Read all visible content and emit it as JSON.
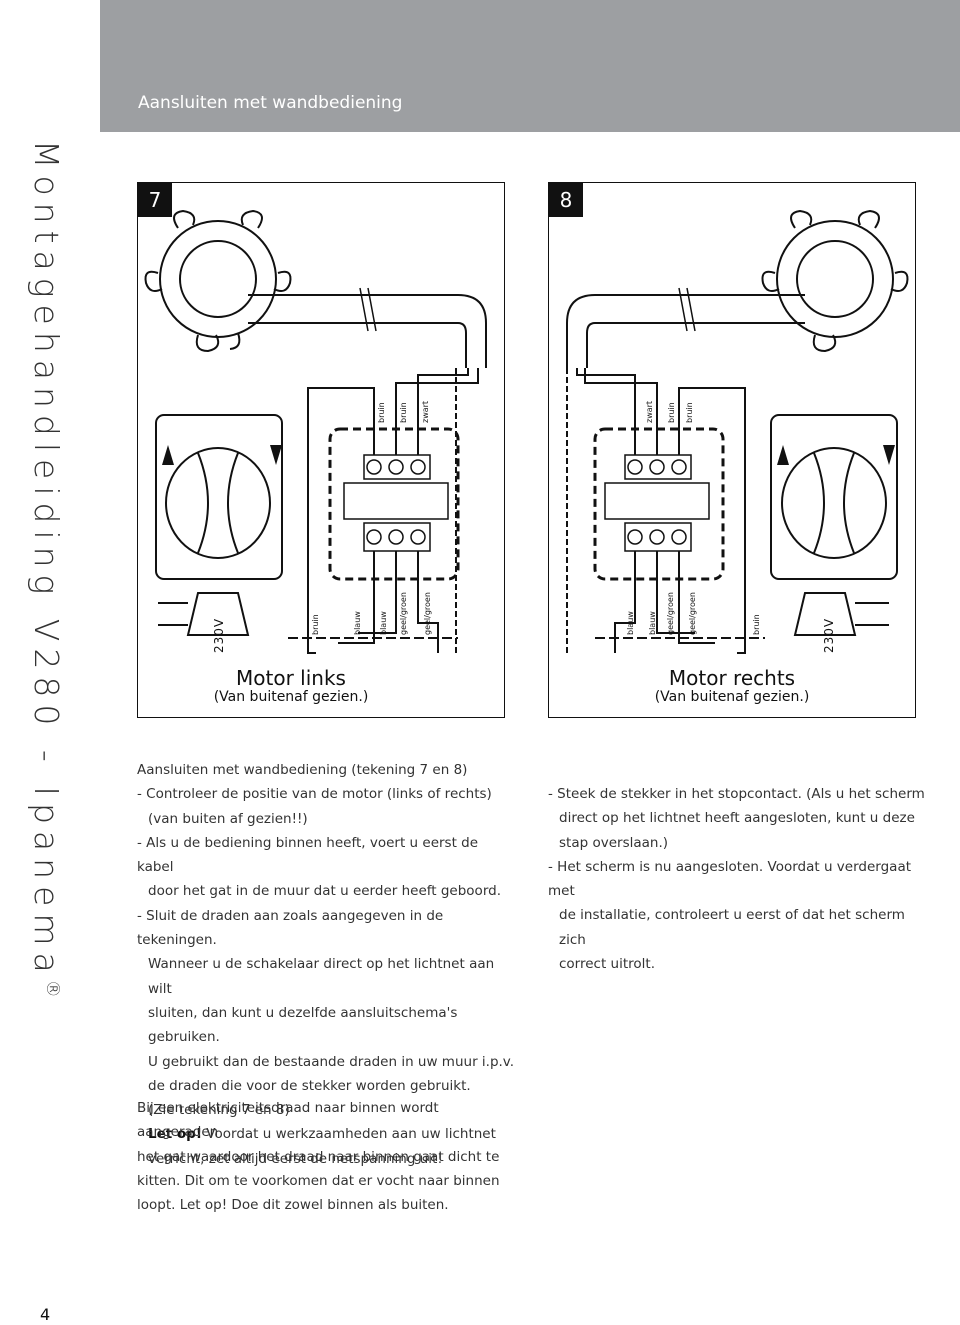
{
  "header": {
    "title": "Aansluiten met wandbediening"
  },
  "side_title": {
    "text": "Montagehandleiding V280 - Ipanema",
    "mark": "®"
  },
  "figure7": {
    "number": "7",
    "caption_title": "Motor links",
    "caption_sub": "(Van buitenaf gezien.)",
    "voltage": "230V",
    "wires_top": [
      "bruin",
      "bruin",
      "zwart"
    ],
    "wires_bottom": [
      "bruin",
      "blauw",
      "blauw",
      "geel/groen",
      "geel/groen"
    ]
  },
  "figure8": {
    "number": "8",
    "caption_title": "Motor rechts",
    "caption_sub": "(Van buitenaf gezien.)",
    "voltage": "230V",
    "wires_top": [
      "zwart",
      "bruin",
      "bruin"
    ],
    "wires_bottom": [
      "blauw",
      "blauw",
      "geel/groen",
      "geel/groen",
      "bruin"
    ]
  },
  "left_text": {
    "lines": [
      "Aansluiten met wandbediening (tekening 7 en 8)",
      "- Controleer de positie van de motor (links of rechts)",
      "  (van buiten af gezien!!)",
      "- Als u de bediening binnen heeft, voert u eerst de kabel",
      "  door het gat in de muur dat u eerder heeft geboord.",
      "- Sluit de draden aan zoals aangegeven in de tekeningen.",
      "  Wanneer u de schakelaar direct op het lichtnet aan wilt",
      "  sluiten, dan kunt u dezelfde aansluitschema's gebruiken.",
      "  U gebruikt dan de bestaande draden in uw muur i.p.v.",
      "  de draden die voor de stekker worden gebruikt.",
      "  (Zie tekening 7 en 8)"
    ],
    "warning_label": "Let op!",
    "warning_line1": " Voordat u werkzaamheden aan uw lichtnet",
    "warning_line2": "  verricht,  zet altijd eerst de netspanning uit!"
  },
  "right_text": {
    "lines": [
      "- Steek de stekker in het stopcontact.  (Als u het scherm",
      "  direct op het lichtnet heeft aangesloten, kunt u deze",
      "  stap overslaan.)",
      "- Het scherm is nu aangesloten. Voordat u verdergaat met",
      "  de installatie, controleert u eerst of dat het scherm zich",
      "  correct uitrolt."
    ]
  },
  "note": {
    "lines": [
      "Bij een elektriciteitsdraad naar binnen wordt aangeraden",
      "het gat waardoor het draad naar binnen gaat dicht te",
      "kitten. Dit om te voorkomen dat er vocht naar binnen",
      "loopt. Let op! Doe dit zowel binnen als buiten."
    ]
  },
  "page_number": "4"
}
